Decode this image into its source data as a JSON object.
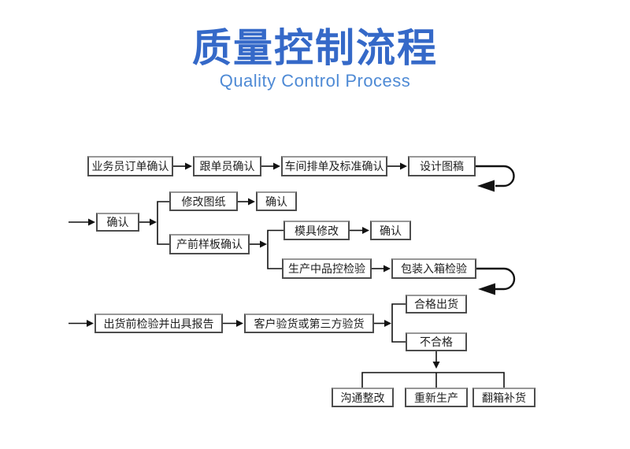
{
  "header": {
    "title_zh": "质量控制流程",
    "title_en": "Quality Control Process"
  },
  "colors": {
    "title_blue": "#3569c8",
    "subtitle_blue": "#4e8ad5",
    "connector_black": "#121212",
    "box_border_gray": "#4d4d4d",
    "box_fill": "#ffffff"
  },
  "flow_nodes": {
    "salesman_order_confirm": "业务员订单确认",
    "merchandiser_confirm": "跟单员确认",
    "workshop_scheduling_standard_confirm": "车间排单及标准确认",
    "design_draft": "设计图稿",
    "confirm_1": "确认",
    "modify_drawing": "修改图纸",
    "confirm_2": "确认",
    "pre_production_sample_confirm": "产前样板确认",
    "mold_modification": "模具修改",
    "confirm_3": "确认",
    "in_production_qc_inspection": "生产中品控检验",
    "packing_into_box_inspection": "包装入箱检验",
    "pre_shipment_inspection_report": "出货前检验并出具报告",
    "customer_or_third_party_inspection": "客户验货或第三方验货",
    "qualified_shipment": "合格出货",
    "unqualified": "不合格",
    "communication_rectification": "沟通整改",
    "re_production": "重新生产",
    "box_turnover_replenishment": "翻箱补货"
  }
}
